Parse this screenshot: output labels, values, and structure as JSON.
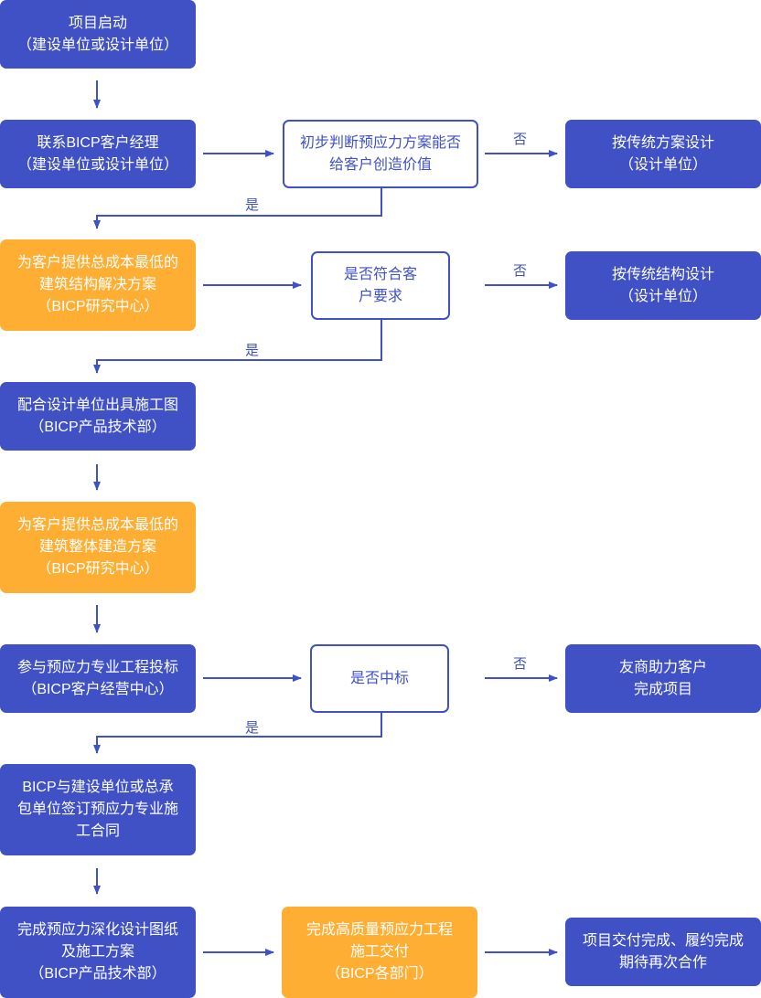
{
  "colors": {
    "blue": "#3f51c5",
    "orange": "#fdae33",
    "white": "#ffffff"
  },
  "nodes": {
    "start": "项目启动\n（建设单位或设计单位）",
    "contact": "联系BICP客户经理\n（建设单位或设计单位）",
    "judge1": "初步判断预应力方案能否\n给客户创造价值",
    "trad_scheme": "按传统方案设计\n（设计单位）",
    "provide_structure": "为客户提供总成本最低的\n建筑结构解决方案\n（BICP研究中心）",
    "judge2": "是否符合客\n户要求",
    "trad_structure": "按传统结构设计\n（设计单位）",
    "cooperate": "配合设计单位出具施工图\n（BICP产品技术部）",
    "provide_build": "为客户提供总成本最低的\n建筑整体建造方案\n（BICP研究中心）",
    "bid": "参与预应力专业工程投标\n（BICP客户经营中心）",
    "judge3": "是否中标",
    "partner": "友商助力客户\n完成项目",
    "contract": "BICP与建设单位或总承\n包单位签订预应力专业施\n工合同",
    "deepen": "完成预应力深化设计图纸\n及施工方案\n（BICP产品技术部）",
    "deliver": "完成高质量预应力工程\n施工交付\n（BICP各部门）",
    "final": "项目交付完成、履约完成\n期待再次合作"
  },
  "labels": {
    "no": "否",
    "yes": "是"
  }
}
